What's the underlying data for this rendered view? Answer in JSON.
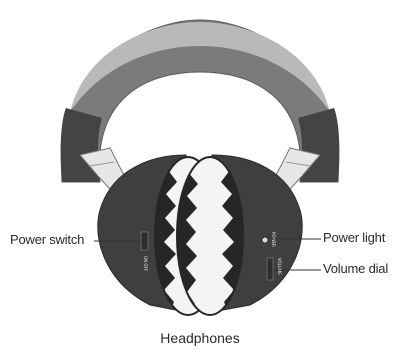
{
  "labels": {
    "power_switch": "Power switch",
    "power_light": "Power light",
    "volume_dial": "Volume dial"
  },
  "caption": "Headphones",
  "switch_text": "ON OFF",
  "light_text": "POWER",
  "dial_text": "VOLUME",
  "colors": {
    "band_outer": "#7b7b7b",
    "band_inner": "#b9b9b9",
    "band_end": "#444444",
    "earcup": "#3f3f3f",
    "cushion": "#f4f4f4",
    "cushion_edge": "#262626",
    "slider": "#e6e6e6"
  }
}
